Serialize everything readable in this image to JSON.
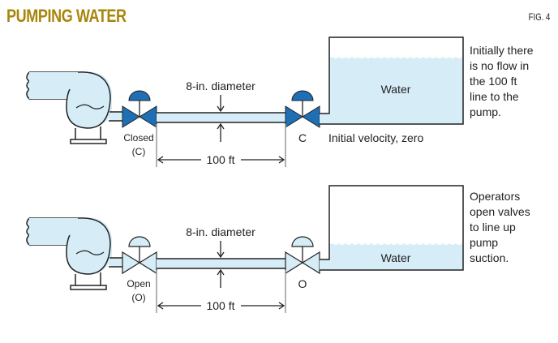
{
  "header": {
    "title": "PUMPING WATER",
    "figure_label": "FIG. 4"
  },
  "colors": {
    "title": "#a8860a",
    "water": "#d6edf8",
    "valve_closed": "#1f6fb5",
    "valve_open": "#d6edf8",
    "outline": "#222222",
    "dimension_line": "#999999"
  },
  "panels": [
    {
      "state": "closed",
      "pipe_label": "8-in. diameter",
      "length_label": "100 ft",
      "left_valve_label": "Closed",
      "left_valve_code": "(C)",
      "right_valve_code": "C",
      "tank_label": "Water",
      "tank_level": "full",
      "below_tank_note": "Initial velocity, zero",
      "side_note": [
        "Initially there",
        "is no flow in",
        "the 100 ft",
        "line to the",
        "pump."
      ]
    },
    {
      "state": "open",
      "pipe_label": "8-in. diameter",
      "length_label": "100 ft",
      "left_valve_label": "Open",
      "left_valve_code": "(O)",
      "right_valve_code": "O",
      "tank_label": "Water",
      "tank_level": "low",
      "below_tank_note": "",
      "side_note": [
        "Operators",
        "open valves",
        "to line up",
        "pump",
        "suction."
      ]
    }
  ]
}
